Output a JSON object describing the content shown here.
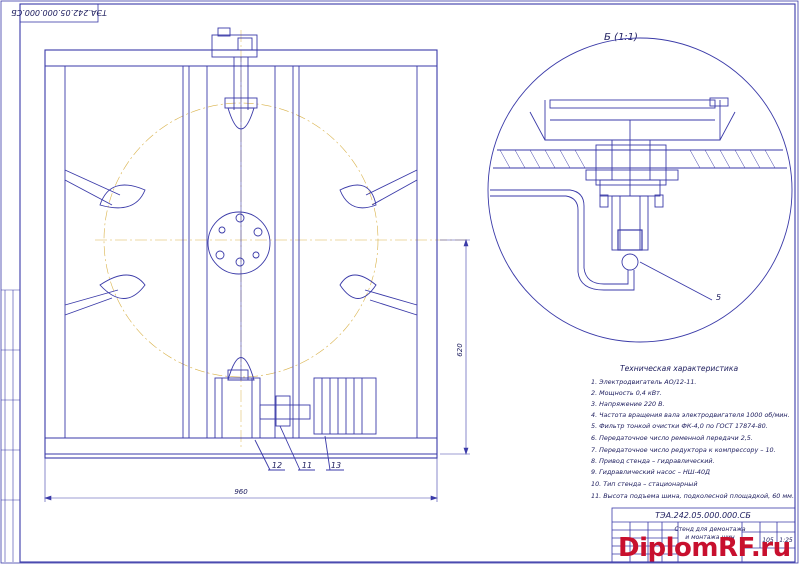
{
  "doc_code": "ТЭА.242.05.000.000.СБ",
  "doc_code_rotated": "ТЭА.242.05.000.000.СБ",
  "view_label": "Б (1:1)",
  "dimensions": {
    "width": "960",
    "height": "620"
  },
  "callouts": [
    "12",
    "11",
    "13",
    "5"
  ],
  "spec_title": "Техническая характеристика",
  "specs": [
    "1. Электродвигатель АО/12-11.",
    "2. Мощность 0,4 кВт.",
    "3. Напряжение 220 В.",
    "4. Частота вращения вала электродвигателя 1000 об/мин.",
    "5. Фильтр тонкой очистки ФК-4,0 по ГОСТ 17874-80.",
    "6. Передаточное число ременной передачи 2,5.",
    "7. Передаточное число редуктора к компрессору – 10.",
    "8. Привод стенда – гидравлический.",
    "9. Гидравлический насос – НШ-40Д",
    "10. Тип стенда – стационарный",
    "11. Высота подъема шина, подколесной площадкой, 60 мм."
  ],
  "title_block": {
    "name_line1": "Стенд для демонтажа",
    "name_line2": "и монтажа шин",
    "scale": "1:25",
    "mass": "105"
  },
  "watermark": "DiplomRF.ru",
  "colors": {
    "line": "#3a3aa8",
    "centerline": "#d9b24a",
    "watermark": "#c8102e"
  }
}
